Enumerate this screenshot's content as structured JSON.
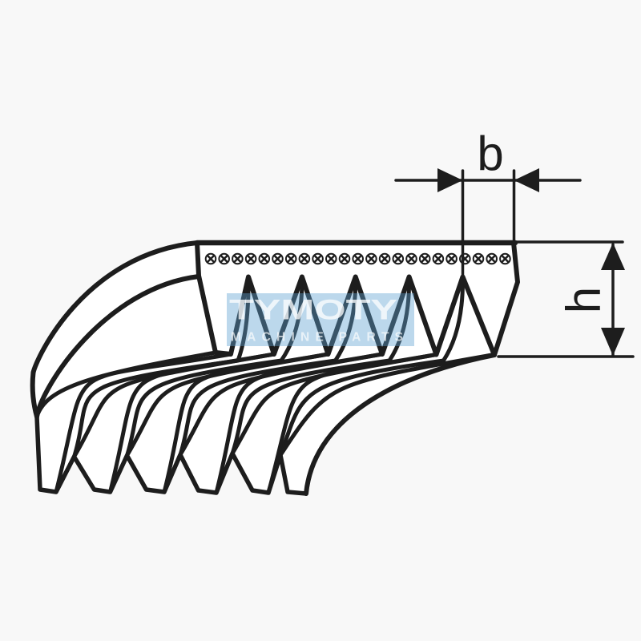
{
  "figure": {
    "type": "technical-diagram",
    "subject": "poly-v ribbed belt cross-section with rib width and belt height dimensions",
    "dimensions": {
      "rib_width_label": "b",
      "belt_height_label": "h"
    },
    "watermark": {
      "brand": "TYMOTY",
      "tagline": "MACHINE PARTS",
      "panel_color": "#5fa2d2",
      "text_color": "#ffffff"
    },
    "colors": {
      "ink": "#1d1d1d",
      "background": "#f8f8f8",
      "belt_fill": "#ffffff"
    },
    "counts": {
      "face_ribs": 6,
      "face_grooves": 5,
      "cut_end_teeth": 6,
      "cord_symbols": 23
    }
  }
}
